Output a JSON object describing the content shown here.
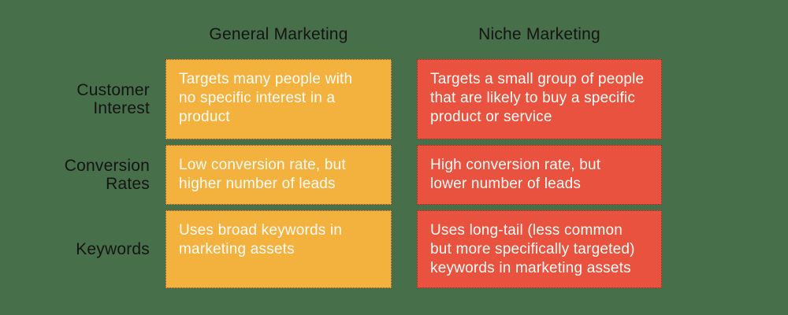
{
  "table": {
    "title_context": "General vs Niche Marketing comparison",
    "colors": {
      "background": "#47704A",
      "general_cell": "#F3B23E",
      "niche_cell": "#E8523F",
      "cell_text": "#FDFBF7",
      "heading_text": "#141414",
      "cell_border_dotted": "#622D19"
    },
    "columns": {
      "general": "General Marketing",
      "niche": "Niche Marketing"
    },
    "rows": [
      {
        "label": "Customer\nInterest",
        "general": "Targets many people with\nno specific interest in a product",
        "niche": "Targets a small group of people\nthat are likely to buy a specific\nproduct or service"
      },
      {
        "label": "Conversion\nRates",
        "general": "Low conversion rate, but\nhigher number of leads",
        "niche": "High conversion rate, but\nlower number of leads"
      },
      {
        "label": "Keywords",
        "general": "Uses broad keywords in\nmarketing assets",
        "niche": "Uses long-tail (less common\nbut more specifically targeted)\nkeywords in marketing assets"
      }
    ]
  }
}
